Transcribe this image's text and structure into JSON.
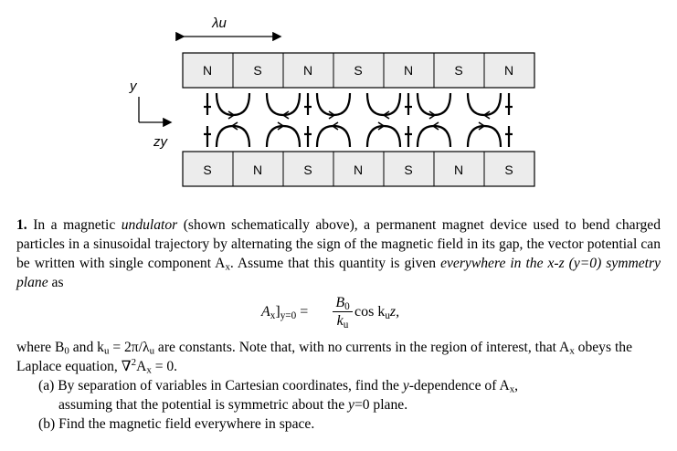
{
  "diagram": {
    "wavelength_label": "λu",
    "top_row": [
      "N",
      "S",
      "N",
      "S",
      "N",
      "S",
      "N"
    ],
    "bottom_row": [
      "S",
      "N",
      "S",
      "N",
      "S",
      "N",
      "S"
    ],
    "axis_y": "y",
    "axis_zy": "zy"
  },
  "problem": {
    "number": "1.",
    "p1_a": "In a magnetic ",
    "p1_undulator": "undulator",
    "p1_b": " (shown schematically above), a permanent magnet device used to bend charged particles in a sinusoidal trajectory by alternating the sign of the magnetic field in its gap, the vector potential can be written with single component A",
    "p1_sub": "x",
    "p1_c": ". Assume that this quantity is given ",
    "p1_italic": "everywhere in the x-z (y=0) symmetry plane",
    "p1_d": " as",
    "eq_lhs": "A",
    "eq_lhs_sub": "x",
    "eq_cond": "]",
    "eq_cond_sub": "y=0",
    "eq_equals": " =",
    "eq_num": "B",
    "eq_num_sub": "0",
    "eq_den": "k",
    "eq_den_sub": "u",
    "eq_rhs": "cos k",
    "eq_rhs_sub": "u",
    "eq_rhs_end": "z,",
    "p2_a": "where B",
    "p2_sub0": "0",
    "p2_b": " and k",
    "p2_subu": "u",
    "p2_c": " = 2π/λ",
    "p2_subl": "u",
    "p2_d": " are constants. Note that, with no currents in the region of interest, that A",
    "p2_subx": "x",
    "p2_e": " obeys the Laplace equation, ∇",
    "p2_sup": "2",
    "p2_f": "A",
    "p2_subx2": "x",
    "p2_g": " = 0.",
    "part_a_1": "(a) By separation of variables in Cartesian coordinates, find the ",
    "part_a_y": "y",
    "part_a_2": "-dependence of A",
    "part_a_sub": "x",
    "part_a_3": ",",
    "part_a_4": "assuming that the potential is symmetric about the ",
    "part_a_y0": "y",
    "part_a_5": "=0 plane.",
    "part_b": "(b) Find the magnetic field everywhere in space."
  }
}
